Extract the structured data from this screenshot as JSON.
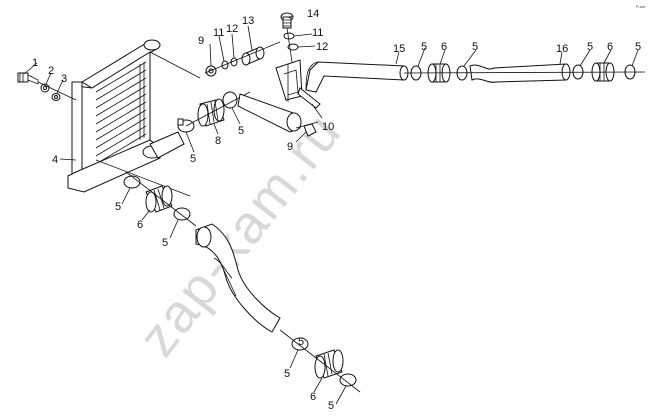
{
  "watermark": "zap-kam.ru",
  "corner_mark": "P-cm",
  "callouts": [
    {
      "id": "c1",
      "text": "1"
    },
    {
      "id": "c2",
      "text": "2"
    },
    {
      "id": "c3",
      "text": "3"
    },
    {
      "id": "c4",
      "text": "4"
    },
    {
      "id": "c5a",
      "text": "5"
    },
    {
      "id": "c5b",
      "text": "5"
    },
    {
      "id": "c5c",
      "text": "5"
    },
    {
      "id": "c5d",
      "text": "5"
    },
    {
      "id": "c5e",
      "text": "5"
    },
    {
      "id": "c5f",
      "text": "5"
    },
    {
      "id": "c5g",
      "text": "5"
    },
    {
      "id": "c5h",
      "text": "5"
    },
    {
      "id": "c5i",
      "text": "5"
    },
    {
      "id": "c5j",
      "text": "5"
    },
    {
      "id": "c5k",
      "text": "5"
    },
    {
      "id": "c6a",
      "text": "6"
    },
    {
      "id": "c6b",
      "text": "6"
    },
    {
      "id": "c6c",
      "text": "6"
    },
    {
      "id": "c6d",
      "text": "6"
    },
    {
      "id": "c8",
      "text": "8"
    },
    {
      "id": "c9a",
      "text": "9"
    },
    {
      "id": "c9b",
      "text": "9"
    },
    {
      "id": "c10",
      "text": "10"
    },
    {
      "id": "c11a",
      "text": "11"
    },
    {
      "id": "c11b",
      "text": "11"
    },
    {
      "id": "c12a",
      "text": "12"
    },
    {
      "id": "c12b",
      "text": "12"
    },
    {
      "id": "c13",
      "text": "13"
    },
    {
      "id": "c14",
      "text": "14"
    },
    {
      "id": "c15",
      "text": "15"
    },
    {
      "id": "c16",
      "text": "16"
    }
  ]
}
